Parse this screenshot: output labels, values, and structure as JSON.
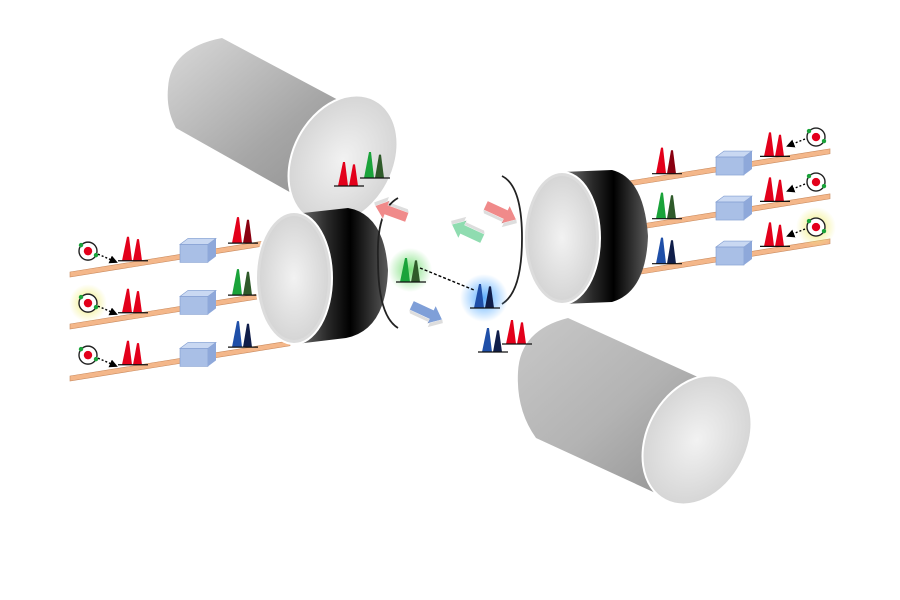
{
  "diagram": {
    "colors": {
      "red": "#e3001b",
      "green": "#1aa33a",
      "dark_green": "#2f5a2a",
      "blue": "#1f4fa8",
      "navy": "#101e4a",
      "rail": "#f4b78a",
      "modulator": "#a9bfe6",
      "glow_yellow": "#f1ee7a",
      "glow_green": "#7de07d",
      "glow_blue": "#5fb0ff",
      "arrow_pink": "#f08a8a",
      "arrow_green": "#8fdcb0",
      "arrow_blue": "#7f9fd8"
    },
    "cylinders": [
      {
        "id": "cylinder-top-left-gray",
        "finish": "gray"
      },
      {
        "id": "cylinder-left-black",
        "finish": "black"
      },
      {
        "id": "cylinder-right-black",
        "finish": "black"
      },
      {
        "id": "cylinder-bottom-right-gray",
        "finish": "gray"
      }
    ],
    "left_rails": [
      {
        "output_peaks": "red",
        "emitter_highlight": false
      },
      {
        "output_peaks": "green",
        "emitter_highlight": true
      },
      {
        "output_peaks": "blue",
        "emitter_highlight": false
      }
    ],
    "right_rails": [
      {
        "output_peaks": "red",
        "emitter_highlight": false
      },
      {
        "output_peaks": "green",
        "emitter_highlight": false
      },
      {
        "output_peaks": "blue",
        "emitter_highlight": true
      }
    ],
    "icons": [
      "emitter-icon",
      "glow-icon",
      "arrow-icon",
      "modulator-icon",
      "bracket-icon"
    ]
  }
}
